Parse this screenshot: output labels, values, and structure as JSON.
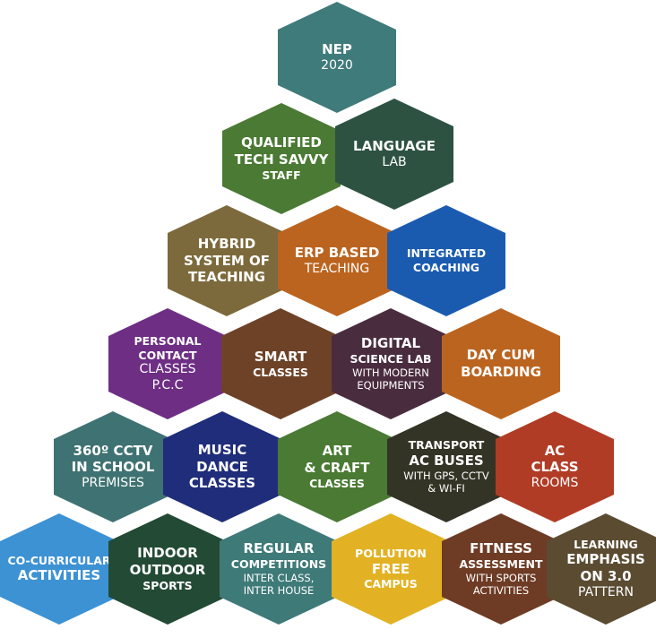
{
  "tiles": [
    {
      "id": "nep-2020",
      "color": "#3f7b7a",
      "lines": [
        {
          "t": "NEP",
          "s": "b"
        },
        {
          "t": "2020",
          "s": "r"
        }
      ]
    },
    {
      "id": "qualified-staff",
      "color": "#4a7a33",
      "lines": [
        {
          "t": "QUALIFIED",
          "s": "b"
        },
        {
          "t": "TECH SAVVY",
          "s": "b"
        },
        {
          "t": "STAFF",
          "s": "sb"
        }
      ]
    },
    {
      "id": "language-lab",
      "color": "#2d5242",
      "lines": [
        {
          "t": "LANGUAGE",
          "s": "b"
        },
        {
          "t": "LAB",
          "s": "r"
        }
      ]
    },
    {
      "id": "hybrid-teaching",
      "color": "#7d6a3c",
      "lines": [
        {
          "t": "HYBRID",
          "s": "b"
        },
        {
          "t": "SYSTEM OF",
          "s": "b"
        },
        {
          "t": "TEACHING",
          "s": "b"
        }
      ]
    },
    {
      "id": "erp-teaching",
      "color": "#bb6420",
      "lines": [
        {
          "t": "ERP BASED",
          "s": "b"
        },
        {
          "t": "TEACHING",
          "s": "r"
        }
      ]
    },
    {
      "id": "integrated-coaching",
      "color": "#1a5bb0",
      "lines": [
        {
          "t": "INTEGRATED",
          "s": "sb"
        },
        {
          "t": "COACHING",
          "s": "sb"
        }
      ]
    },
    {
      "id": "personal-contact",
      "color": "#6e2e84",
      "lines": [
        {
          "t": "PERSONAL",
          "s": "sb"
        },
        {
          "t": "CONTACT",
          "s": "sb"
        },
        {
          "t": "CLASSES",
          "s": "r"
        },
        {
          "t": "P.C.C",
          "s": "r"
        }
      ]
    },
    {
      "id": "smart-classes",
      "color": "#6d4227",
      "lines": [
        {
          "t": "SMART",
          "s": "b"
        },
        {
          "t": "CLASSES",
          "s": "sb"
        }
      ]
    },
    {
      "id": "digital-science-lab",
      "color": "#4a2c3f",
      "lines": [
        {
          "t": "DIGITAL",
          "s": "b"
        },
        {
          "t": "SCIENCE LAB",
          "s": "sb"
        },
        {
          "t": "WITH MODERN",
          "s": "s"
        },
        {
          "t": "EQUIPMENTS",
          "s": "s"
        }
      ]
    },
    {
      "id": "day-boarding",
      "color": "#bb6420",
      "lines": [
        {
          "t": "DAY CUM",
          "s": "b"
        },
        {
          "t": "BOARDING",
          "s": "b"
        }
      ]
    },
    {
      "id": "cctv",
      "color": "#3f7272",
      "lines": [
        {
          "t": "360º CCTV",
          "s": "b"
        },
        {
          "t": "IN SCHOOL",
          "s": "b"
        },
        {
          "t": "PREMISES",
          "s": "r"
        }
      ]
    },
    {
      "id": "music-dance",
      "color": "#1f2d7a",
      "lines": [
        {
          "t": "MUSIC",
          "s": "b"
        },
        {
          "t": "DANCE",
          "s": "b"
        },
        {
          "t": "CLASSES",
          "s": "b"
        }
      ]
    },
    {
      "id": "art-craft",
      "color": "#4a7a33",
      "lines": [
        {
          "t": "ART",
          "s": "b"
        },
        {
          "t": "& CRAFT",
          "s": "b"
        },
        {
          "t": "CLASSES",
          "s": "sb"
        }
      ]
    },
    {
      "id": "transport",
      "color": "#343426",
      "lines": [
        {
          "t": "TRANSPORT",
          "s": "sb"
        },
        {
          "t": "AC BUSES",
          "s": "b"
        },
        {
          "t": "WITH GPS, CCTV",
          "s": "s"
        },
        {
          "t": "& WI-FI",
          "s": "s"
        }
      ]
    },
    {
      "id": "ac-class",
      "color": "#b13c26",
      "lines": [
        {
          "t": "AC",
          "s": "b"
        },
        {
          "t": "CLASS",
          "s": "b"
        },
        {
          "t": "ROOMS",
          "s": "r"
        }
      ]
    },
    {
      "id": "co-curricular",
      "color": "#3d92d4",
      "lines": [
        {
          "t": "CO-CURRICULAR",
          "s": "sb"
        },
        {
          "t": "ACTIVITIES",
          "s": "b"
        }
      ]
    },
    {
      "id": "indoor-outdoor",
      "color": "#234a35",
      "lines": [
        {
          "t": "INDOOR",
          "s": "b"
        },
        {
          "t": "OUTDOOR",
          "s": "b"
        },
        {
          "t": "SPORTS",
          "s": "sb"
        }
      ]
    },
    {
      "id": "regular-competitions",
      "color": "#3e7a78",
      "lines": [
        {
          "t": "REGULAR",
          "s": "b"
        },
        {
          "t": "COMPETITIONS",
          "s": "sb"
        },
        {
          "t": "INTER CLASS,",
          "s": "s"
        },
        {
          "t": "INTER HOUSE",
          "s": "s"
        }
      ]
    },
    {
      "id": "pollution-free",
      "color": "#e2b224",
      "lines": [
        {
          "t": "POLLUTION",
          "s": "sb"
        },
        {
          "t": "FREE",
          "s": "b"
        },
        {
          "t": "CAMPUS",
          "s": "sb"
        }
      ]
    },
    {
      "id": "fitness-assessment",
      "color": "#6e3b25",
      "lines": [
        {
          "t": "FITNESS",
          "s": "b"
        },
        {
          "t": "ASSESSMENT",
          "s": "sb"
        },
        {
          "t": "WITH SPORTS",
          "s": "s"
        },
        {
          "t": "ACTIVITIES",
          "s": "s"
        }
      ]
    },
    {
      "id": "learning-emphasis",
      "color": "#5a4b31",
      "lines": [
        {
          "t": "LEARNING",
          "s": "sb"
        },
        {
          "t": "EMPHASIS",
          "s": "b"
        },
        {
          "t": "ON 3.0",
          "s": "b"
        },
        {
          "t": "PATTERN",
          "s": "r"
        }
      ]
    }
  ]
}
